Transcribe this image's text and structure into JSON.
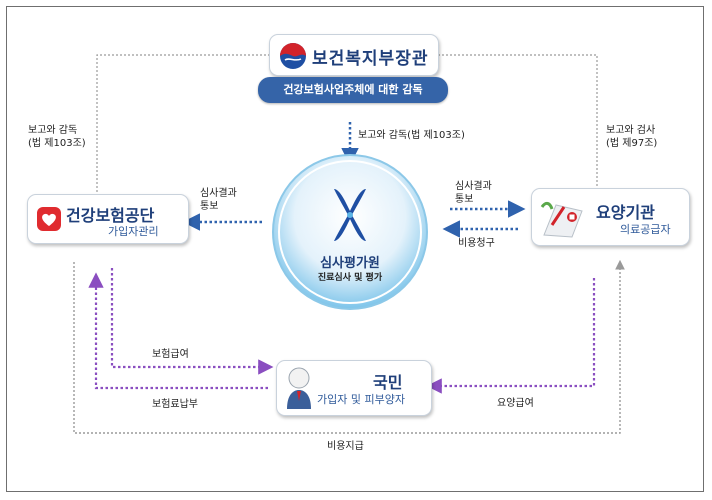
{
  "ministry": {
    "name": "보건복지부장관",
    "banner": "건강보험사업주체에 대한 감독"
  },
  "insurer": {
    "name": "건강보험공단",
    "sub": "가입자관리"
  },
  "hira": {
    "name": "심사평가원",
    "sub": "진료심사 및 평가"
  },
  "provider": {
    "name": "요양기관",
    "sub": "의료공급자"
  },
  "citizen": {
    "name": "국민",
    "sub": "가입자 및 피부양자"
  },
  "labels": {
    "report_supervise_left_1": "보고와 감독",
    "report_supervise_left_2": "(법 제103조)",
    "report_supervise_center": "보고와 감독(법 제103조)",
    "report_inspect_right_1": "보고와 검사",
    "report_inspect_right_2": "(법 제97조)",
    "review_notice_left_1": "심사결과",
    "review_notice_left_2": "통보",
    "review_notice_right_1": "심사결과",
    "review_notice_right_2": "통보",
    "cost_claim": "비용청구",
    "insurance_benefit": "보험급여",
    "premium_payment": "보험료납부",
    "care_benefit": "요양급여",
    "cost_payment": "비용지급"
  },
  "colors": {
    "blue": "#2f62ad",
    "purple": "#8a4ec0",
    "gray": "#9a9a9a",
    "banner": "#3564a8"
  }
}
